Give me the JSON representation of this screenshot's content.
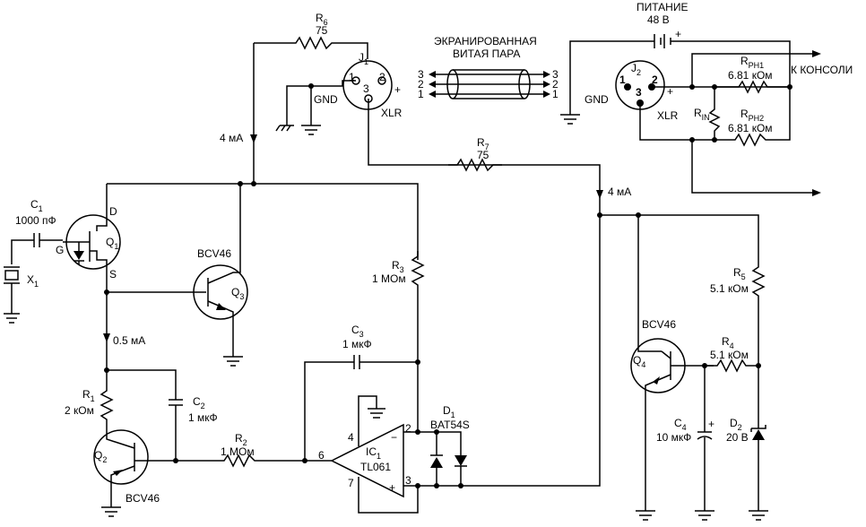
{
  "labels": {
    "r6_name": "R",
    "r6_sub": "6",
    "r6_value": "75",
    "j1_name": "J",
    "j1_sub": "1",
    "j1_pin1": "1",
    "j1_pin2": "2",
    "j1_pin3": "3",
    "j1_plus": "+",
    "j1_gnd": "GND",
    "j1_xlr": "XLR",
    "cable_title_1": "ЭКРАНИРОВАННАЯ",
    "cable_title_2": "ВИТАЯ ПАРА",
    "cable_l3": "3",
    "cable_l2": "2",
    "cable_l1": "1",
    "cable_r3": "3",
    "cable_r2": "2",
    "cable_r1": "1",
    "power_title": "ПИТАНИЕ",
    "power_value": "48 В",
    "power_plus": "+",
    "j2_name": "J",
    "j2_sub": "2",
    "j2_pin1": "1",
    "j2_pin2": "2",
    "j2_pin3": "3",
    "j2_plus": "+",
    "j2_gnd": "GND",
    "j2_xlr": "XLR",
    "rph1_name": "R",
    "rph1_sub": "PH1",
    "rph1_value": "6.81 кОм",
    "rph2_name": "R",
    "rph2_sub": "PH2",
    "rph2_value": "6.81 кОм",
    "rin_name": "R",
    "rin_sub": "IN",
    "to_console": "К КОНСОЛИ",
    "current_4ma_left": "4 мА",
    "current_4ma_right": "4 мА",
    "current_05ma": "0.5 мА",
    "r7_name": "R",
    "r7_sub": "7",
    "r7_value": "75",
    "c1_name": "C",
    "c1_sub": "1",
    "c1_value": "1000 пФ",
    "q1_name": "Q",
    "q1_sub": "1",
    "q1_d": "D",
    "q1_g": "G",
    "q1_s": "S",
    "x1_name": "X",
    "x1_sub": "1",
    "q3_part": "BCV46",
    "q3_name": "Q",
    "q3_sub": "3",
    "r3_name": "R",
    "r3_sub": "3",
    "r3_value": "1 МОм",
    "c3_name": "C",
    "c3_sub": "3",
    "c3_value": "1 мкФ",
    "r1_name": "R",
    "r1_sub": "1",
    "r1_value": "2 кОм",
    "c2_name": "C",
    "c2_sub": "2",
    "c2_value": "1 мкФ",
    "r2_name": "R",
    "r2_sub": "2",
    "r2_value": "1 МОм",
    "q2_name": "Q",
    "q2_sub": "2",
    "q2_part": "BCV46",
    "ic1_name": "IC",
    "ic1_sub": "1",
    "ic1_part": "TL061",
    "ic1_pin2": "2",
    "ic1_pin3": "3",
    "ic1_pin4": "4",
    "ic1_pin6": "6",
    "ic1_pin7": "7",
    "ic1_minus": "−",
    "ic1_plus": "+",
    "d1_name": "D",
    "d1_sub": "1",
    "d1_part": "BAT54S",
    "q4_part": "BCV46",
    "q4_name": "Q",
    "q4_sub": "4",
    "r4_name": "R",
    "r4_sub": "4",
    "r4_value": "5.1 кОм",
    "r5_name": "R",
    "r5_sub": "5",
    "r5_value": "5.1 кОм",
    "c4_name": "C",
    "c4_sub": "4",
    "c4_value": "10 мкФ",
    "c4_plus": "+",
    "d2_name": "D",
    "d2_sub": "2",
    "d2_value": "20 В"
  }
}
